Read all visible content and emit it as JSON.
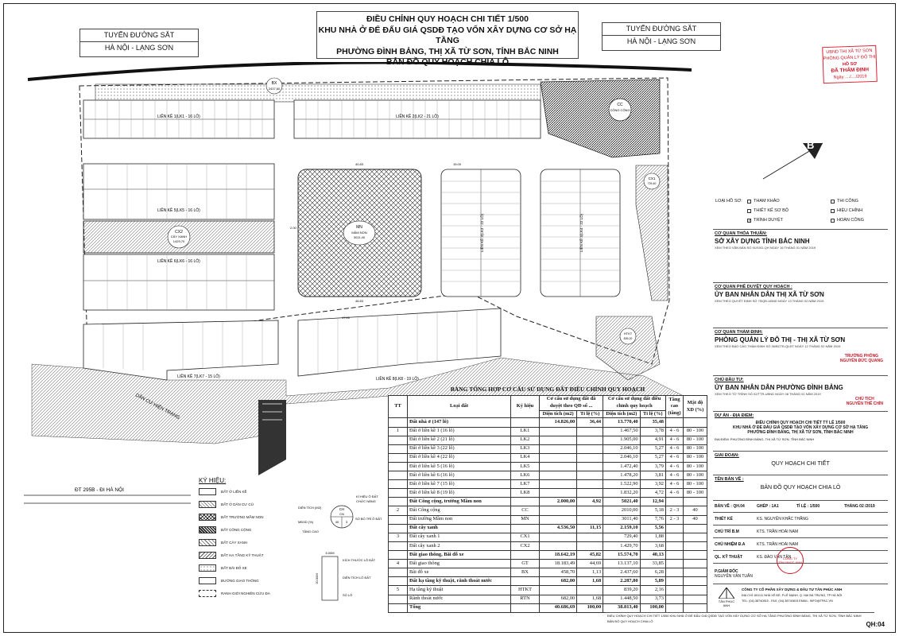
{
  "title": {
    "line1": "ĐIỀU CHỈNH QUY HOẠCH CHI TIẾT 1/500",
    "line2": "KHU NHÀ Ở ĐỂ ĐẤU GIÁ QSDĐ TẠO VỐN XÂY DỰNG CƠ SỞ HẠ TẦNG",
    "line3": "PHƯỜNG ĐÌNH BẢNG, THỊ XÃ TỪ SƠN, TỈNH BẮC NINH",
    "line4": "BẢN ĐỒ QUY HOẠCH CHIA LÔ"
  },
  "rail_left": {
    "line1": "TUYẾN ĐƯỜNG SẮT",
    "line2": "HÀ NỘI - LẠNG SƠN"
  },
  "rail_right": {
    "line1": "TUYẾN ĐƯỜNG SẮT",
    "line2": "HÀ NỘI - LẠNG SƠN"
  },
  "stamp": {
    "l1": "UBND THỊ XÃ TỪ SƠN",
    "l2": "PHÒNG QUẢN LÝ ĐÔ THỊ",
    "l3": "HỒ SƠ",
    "l4": "ĐÃ THẨM ĐỊNH",
    "l5": "Ngày ..../..../2019"
  },
  "north": "B",
  "map": {
    "road_dt295b": "ĐT 295B - ĐI HÀ NỘI",
    "dan_cu": "DÂN CƯ HIỆN TRẠNG",
    "lk1": "LIỀN KỀ 1(LK1 - 16 LÔ)",
    "lk2": "LIỀN KỀ 2(LK2 - 21 LÔ)",
    "lk5": "LIỀN KỀ 5(LK5 - 16 LÔ)",
    "lk6": "LIỀN KỀ 6(LK6 - 16 LÔ)",
    "lk7": "LIỀN KỀ 7(LK7 - 15 LÔ)",
    "lk8": "LIỀN KỀ 8(LK8 - 19 LÔ)",
    "lk3": "LIỀN KỀ 3(LK3 - 22 LÔ)",
    "lk4": "LIỀN KỀ 4(LK4 - 22 LÔ)",
    "bx": "BX",
    "bx_area": "2437,60",
    "cc": "CC",
    "cc_name": "CÔNG CỘNG",
    "cc_area": "2010,00",
    "cx1": "CX1",
    "cx1_name": "CÂY XANH",
    "cx1_area": "729,40",
    "cx2": "CX2",
    "cx2_name": "CÂY XANH",
    "cx2_area": "1429,70",
    "mn": "MN",
    "mn_name": "MẦM NON",
    "mn_area": "3011,40",
    "htkt": "HTKT",
    "htkt_name": "HẠ TẦNG",
    "htkt_area": "839,20",
    "dim_17": "17.00",
    "dim_2": "2.00",
    "dim_15": "15.00",
    "dim_40": "40.83",
    "dim_46": "46.83"
  },
  "checks": {
    "label": "LOẠI HỒ SƠ:",
    "items": [
      {
        "label": "THAM KHẢO",
        "checked": false
      },
      {
        "label": "THI CÔNG",
        "checked": false
      },
      {
        "label": "THIẾT KẾ SƠ BỘ",
        "checked": false
      },
      {
        "label": "HIỆU CHỈNH",
        "checked": false
      },
      {
        "label": "TRÌNH DUYỆT",
        "checked": true
      },
      {
        "label": "HOÀN CÔNG",
        "checked": false
      }
    ]
  },
  "panel": {
    "thoa_thuan_cap": "CƠ QUAN THỎA THUẬN:",
    "thoa_thuan_val": "SỞ XÂY DỰNG TỈNH BẮC NINH",
    "thoa_thuan_sub": "XEM THEO VĂN BẢN SỐ 91/SXD-QH NGÀY 16 THÁNG 01 NĂM 2019",
    "phe_duyet_cap": "CƠ QUAN PHÊ DUYỆT QUY HOẠCH :",
    "phe_duyet_val": "ỦY BAN NHÂN DÂN THỊ XÃ TỪ SƠN",
    "phe_duyet_sub": "XEM THEO QUYẾT ĐỊNH SỐ 75/QĐ-UBND NGÀY 13 THÁNG 02 NĂM 2019",
    "tham_dinh_cap": "CƠ QUAN THẨM ĐỊNH:",
    "tham_dinh_val": "PHÒNG QUẢN LÝ ĐÔ THỊ - THỊ XÃ TỪ SƠN",
    "tham_dinh_sub": "XEM THEO BÁO CÁO THẨM ĐỊNH SỐ 36/BCTĐ-QLĐT NGÀY 12 THÁNG 02 NĂM 2019",
    "chu_dau_tu_cap": "CHỦ ĐẦU TƯ:",
    "chu_dau_tu_val": "ỦY BAN NHÂN DÂN PHƯỜNG ĐÌNH BẢNG",
    "chu_dau_tu_sub": "XEM THEO TỜ TRÌNH SỐ 02/TTR-UBND NGÀY 08 THÁNG 01 NĂM 2019",
    "sign1": "TRƯỞNG PHÒNG",
    "sign1_name": "NGUYỄN ĐỨC QUANG",
    "sign2": "CHỦ TỊCH",
    "sign2_name": "NGUYỄN THẾ CHÍN",
    "du_an_cap": "DỰ ÁN - ĐỊA ĐIỂM:",
    "du_an_l1": "ĐIỀU CHỈNH QUY HOẠCH CHI TIẾT TỶ LỆ 1/500",
    "du_an_l2": "KHU NHÀ Ở ĐỂ ĐẤU GIÁ QSDĐ TẠO VỐN XÂY DỰNG CƠ SỞ HẠ TẦNG",
    "du_an_l3": "PHƯỜNG ĐÌNH BẢNG, THỊ XÃ TỪ SƠN, TỈNH BẮC NINH",
    "dia_diem": "ĐỊA ĐIỂM: PHƯỜNG ĐÌNH BẢNG, THỊ XÃ TỪ SƠN, TỈNH BẮC NINH",
    "giai_doan_cap": "GIAI ĐOẠN:",
    "giai_doan_val": "QUY HOẠCH CHI TIẾT",
    "ten_ban_ve_cap": "TÊN BẢN VẼ :",
    "ten_ban_ve_val": "BẢN ĐỒ QUY HOẠCH CHIA LÔ",
    "so_ban_ve": "BẢN VẼ : QH.04",
    "ghep": "GHÉP : 1A1",
    "ti_le": "TỈ LỆ : 1/500",
    "thang": "THÁNG 02 /2019",
    "rows": [
      {
        "role": "THIẾT KẾ",
        "name": "KS. NGUYỄN KHẮC THẮNG"
      },
      {
        "role": "CHỦ TRÌ B.M",
        "name": "KTS. TRẦN HOÀI NAM"
      },
      {
        "role": "CHỦ NHIỆM Đ.A",
        "name": "KTS. TRẦN HOÀI NAM"
      },
      {
        "role": "QL. KỸ THUẬT",
        "name": "KS. ĐÀO VĂN TÂN"
      }
    ],
    "giam_doc": "P.GIÁM ĐỐC",
    "giam_doc_name": "NGUYỄN VĂN TUẤN",
    "company_logo": "TÂN PHÚC ANH",
    "company_name": "CÔNG TY CỔ PHẦN XÂY DỰNG & ĐẦU TƯ TÂN PHÚC ANH",
    "company_addr": "ĐỊA CHỈ: 601/11 NHÀ XÉ ĐỂ, P.LÊ MẠNH, Q. HAI BÀ TRƯNG, TP HÀ NỘI",
    "company_tel": "TEL: (04).38740815 - FAX: (04).38740815 EMAIL: INFO@TPAC.VN",
    "seal_l1": "CÔNG TY",
    "seal_l2": "TÂN PHÚC ANH"
  },
  "legend": {
    "title": "KÝ HIỆU:",
    "items": [
      "ĐẤT Ở LIỀN KỀ",
      "ĐẤT Ở DÂN CƯ CŨ",
      "ĐẤT TRƯỜNG MẦM NON",
      "ĐẤT CÔNG CỘNG",
      "ĐẤT CÂY XANH",
      "ĐẤT HẠ TẦNG KỸ THUẬT",
      "ĐẤT BÃI ĐỖ XE",
      "ĐƯỜNG GIAO THÔNG",
      "RANH GIỚI NGHIÊN CỨU ĐA"
    ],
    "lot_block": {
      "kh": "KÍ HIỆU Ô ĐẤT",
      "cn": "CHỨC NĂNG",
      "dt": "DIỆN TÍCH (M2)",
      "md": "MĐXD (%)",
      "so": "SỐ BỐ TRÍ Ô ĐẤT",
      "tc": "TẦNG CAO",
      "k1": "CH",
      "k2": "CN",
      "k3": "40",
      "k4": "3"
    },
    "dim_block": {
      "kt": "KÍCH THƯỚC LÔ ĐẤT",
      "dt": "DIỆN TÍCH LÔ ĐẤT",
      "st": "SỐ LÔ",
      "w": "5.00M",
      "h": "20.00M"
    }
  },
  "table": {
    "title": "BẢNG TỔNG HỢP CƠ CẤU SỬ DỤNG ĐẤT ĐIỀU CHỈNH QUY HOẠCH",
    "h_tt": "TT",
    "h_loai": "Loại đất",
    "h_kh": "Ký hiệu",
    "h_old": "Cơ cấu sử dụng đất đã duyệt theo QĐ số ...",
    "h_new": "Cơ cấu sử dụng đất điều chỉnh quy hoạch",
    "h_dt": "Diện tích (m2)",
    "h_tl": "Tỉ lệ (%)",
    "h_tc": "Tầng cao (tầng)",
    "h_md": "Mật độ XD (%)",
    "rows": [
      [
        "",
        "Đất nhà ở (147 lô)",
        "",
        "14.826,00",
        "36,44",
        "13.770,40",
        "35,48",
        "",
        "",
        "b"
      ],
      [
        "1",
        "Đất ở liền kề 1 (16 lô)",
        "LK1",
        "",
        "",
        "1.467,50",
        "3,78",
        "4 - 6",
        "80 - 100",
        ""
      ],
      [
        "",
        "Đất ở liền kề 2 (21 lô)",
        "LK2",
        "",
        "",
        "1.905,00",
        "4,91",
        "4 - 6",
        "80 - 100",
        ""
      ],
      [
        "",
        "Đất ở liền kề 3 (22 lô)",
        "LK3",
        "",
        "",
        "2.046,10",
        "5,27",
        "4 - 6",
        "80 - 100",
        ""
      ],
      [
        "",
        "Đất ở liền kề 4 (22 lô)",
        "LK4",
        "",
        "",
        "2.046,10",
        "5,27",
        "4 - 6",
        "80 - 100",
        ""
      ],
      [
        "",
        "Đất ở liền kề 5 (16 lô)",
        "LK5",
        "",
        "",
        "1.472,40",
        "3,79",
        "4 - 6",
        "80 - 100",
        ""
      ],
      [
        "",
        "Đất ở liền kề 6 (16 lô)",
        "LK6",
        "",
        "",
        "1.478,20",
        "3,81",
        "4 - 6",
        "80 - 100",
        ""
      ],
      [
        "",
        "Đất ở liền kề 7 (15 lô)",
        "LK7",
        "",
        "",
        "1.522,90",
        "3,92",
        "4 - 6",
        "80 - 100",
        ""
      ],
      [
        "",
        "Đất ở liền kề 8 (19 lô)",
        "LK8",
        "",
        "",
        "1.832,20",
        "4,72",
        "4 - 6",
        "80 - 100",
        ""
      ],
      [
        "",
        "Đất Công cộng, trường Mầm non",
        "",
        "2.000,00",
        "4,92",
        "5021,40",
        "12,94",
        "",
        "",
        "b"
      ],
      [
        "2",
        "Đất Công cộng",
        "CC",
        "",
        "",
        "2010,00",
        "5,18",
        "2 - 3",
        "40",
        ""
      ],
      [
        "",
        "Đất trường Mầm non",
        "MN",
        "",
        "",
        "3011,40",
        "7,76",
        "2 - 3",
        "40",
        ""
      ],
      [
        "",
        "Đất cây xanh",
        "",
        "4.536,50",
        "11,15",
        "2.159,10",
        "5,56",
        "",
        "",
        "b"
      ],
      [
        "3",
        "Đất cây xanh 1",
        "CX1",
        "",
        "",
        "729,40",
        "1,88",
        "",
        "",
        ""
      ],
      [
        "",
        "Đất cây xanh 2",
        "CX2",
        "",
        "",
        "1.429,70",
        "3,68",
        "",
        "",
        ""
      ],
      [
        "",
        "Đất giao thông, Bãi đỗ xe",
        "",
        "18.642,19",
        "45,82",
        "15.574,70",
        "40,13",
        "",
        "",
        "b"
      ],
      [
        "4",
        "Đất giao thông",
        "GT",
        "18.183,49",
        "44,69",
        "13.137,10",
        "33,85",
        "",
        "",
        ""
      ],
      [
        "",
        "Bãi đỗ xe",
        "BX",
        "458,70",
        "1,13",
        "2.437,60",
        "6,28",
        "",
        "",
        ""
      ],
      [
        "",
        "Đất hạ tầng kỹ thuật, rãnh thoát nước",
        "",
        "682,00",
        "1,68",
        "2.287,80",
        "5,89",
        "",
        "",
        "b"
      ],
      [
        "5",
        "Hạ tầng kỹ thuật",
        "HTKT",
        "",
        "",
        "839,20",
        "2,16",
        "",
        "",
        ""
      ],
      [
        "",
        "Rãnh thoát nước",
        "RTN",
        "682,00",
        "1,68",
        "1.448,50",
        "3,73",
        "",
        "",
        ""
      ],
      [
        "",
        "Tổng",
        "",
        "40.686,69",
        "100,00",
        "38.813,40",
        "100,00",
        "",
        "",
        "b"
      ]
    ]
  },
  "footer": {
    "l1": "ĐIỀU CHỈNH QUY HOẠCH CHI TIẾT 1/500 KHU NHÀ Ở ĐỂ ĐẤU GIÁ QSDĐ TẠO VỐN XÂY DỰNG CƠ SỞ HẠ TẦNG PHƯỜNG ĐÌNH BẢNG, THỊ XÃ TỪ SƠN, TỈNH BẮC NINH",
    "l2": "BẢN ĐỒ QUY HOẠCH CHIA LÔ",
    "code": "QH:04"
  }
}
